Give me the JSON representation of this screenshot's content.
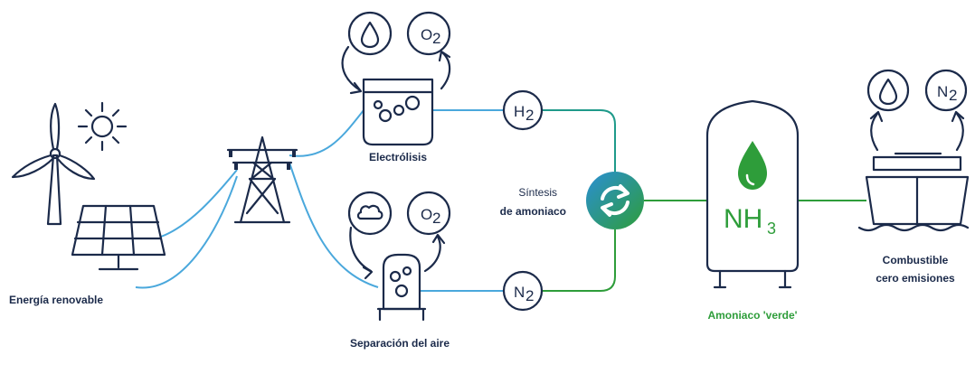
{
  "labels": {
    "renewable": "Energía renovable",
    "electrolysis": "Electrólisis",
    "air_separation": "Separación del aire",
    "synthesis_line1": "Síntesis",
    "synthesis_line2": "de amoniaco",
    "green_ammonia": "Amoniaco 'verde'",
    "fuel_line1": "Combustible",
    "fuel_line2": "cero emisiones"
  },
  "chemicals": {
    "h2": "H",
    "h2_sub": "2",
    "n2": "N",
    "n2_sub": "2",
    "o2": "O",
    "o2_sub": "2",
    "nh3_main": "NH",
    "nh3_sub": "3"
  },
  "icons": {
    "water": "water-drop-icon",
    "oxygen": "oxygen-icon",
    "cloud": "air-cloud-icon",
    "sun": "sun-icon",
    "wind": "wind-turbine-icon",
    "solar": "solar-panel-icon",
    "pylon": "power-pylon-icon",
    "electrolyzer": "electrolyzer-icon",
    "air_separator": "air-separation-unit-icon",
    "synthesis": "synthesis-cycle-icon",
    "tank": "ammonia-tank-icon",
    "ship": "ship-icon"
  },
  "colors": {
    "dark": "#1b2a4a",
    "blue_line": "#4aa8dc",
    "green_line": "#2e9d3a",
    "teal_line": "#1f9a8a",
    "ammonia_green": "#2e9d3a"
  }
}
